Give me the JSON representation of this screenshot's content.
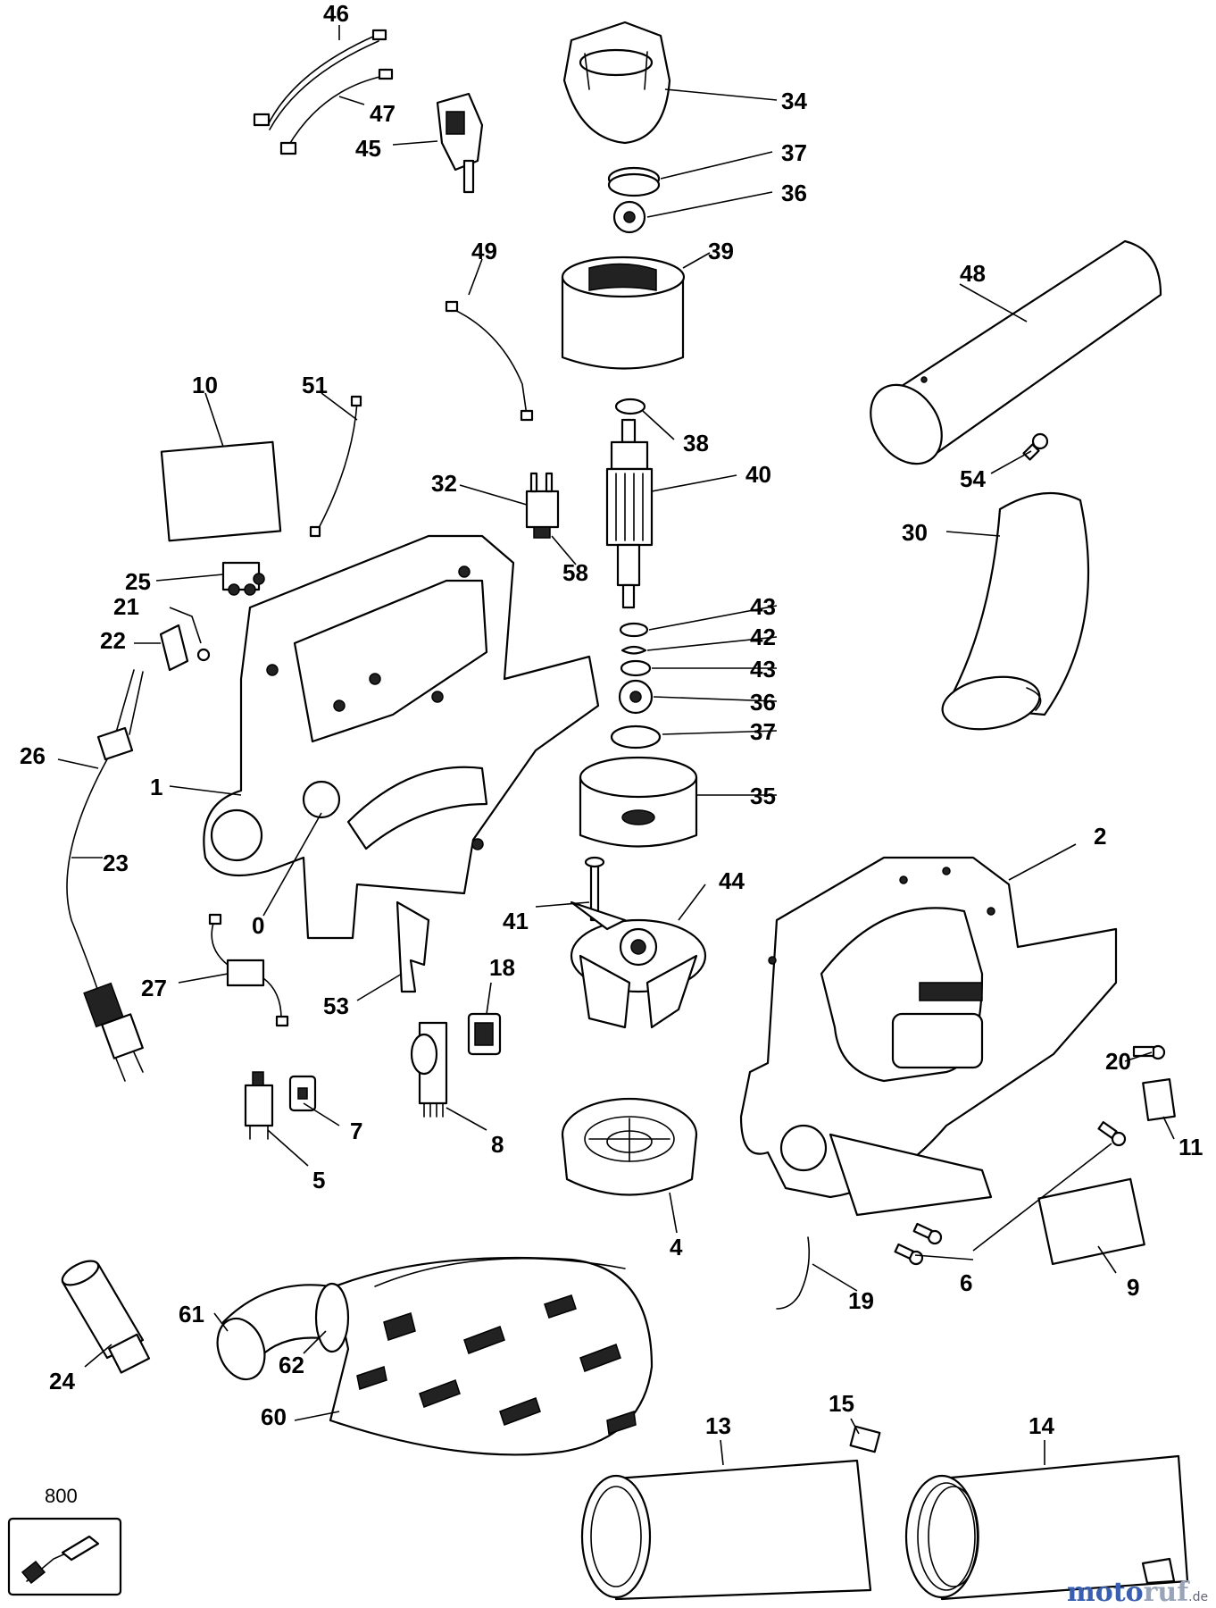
{
  "labels": [
    "46",
    "47",
    "45",
    "34",
    "37",
    "36",
    "39",
    "49",
    "48",
    "10",
    "51",
    "38",
    "40",
    "54",
    "32",
    "58",
    "30",
    "25",
    "21",
    "22",
    "43",
    "42",
    "43",
    "36",
    "37",
    "26",
    "1",
    "35",
    "2",
    "23",
    "44",
    "41",
    "18",
    "0",
    "27",
    "53",
    "20",
    "7",
    "8",
    "5",
    "11",
    "4",
    "6",
    "9",
    "19",
    "61",
    "62",
    "24",
    "60",
    "15",
    "13",
    "14",
    "800"
  ],
  "watermark": {
    "brand_a": "moto",
    "brand_b": "ruf",
    "tld": ".de"
  }
}
